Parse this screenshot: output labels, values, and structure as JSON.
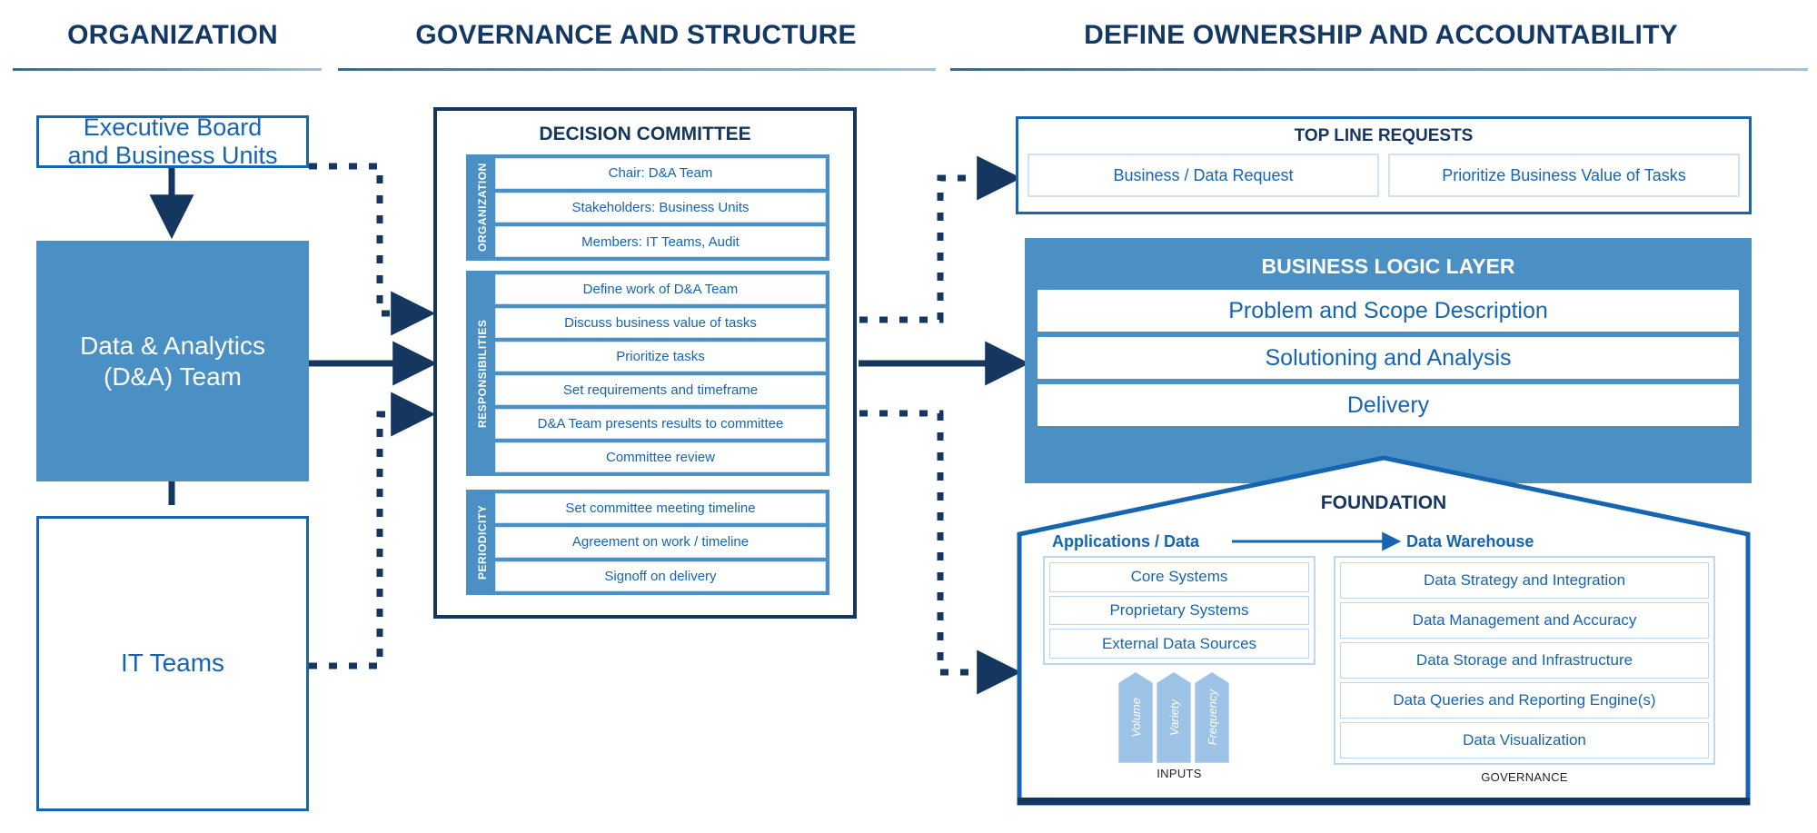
{
  "sections": [
    {
      "title": "ORGANIZATION"
    },
    {
      "title": "GOVERNANCE AND STRUCTURE"
    },
    {
      "title": "DEFINE OWNERSHIP AND ACCOUNTABILITY"
    }
  ],
  "organization": {
    "executive_board": "Executive Board\nand Business Units",
    "da_team": "Data & Analytics\n(D&A) Team",
    "it_teams": "IT Teams"
  },
  "committee": {
    "title": "DECISION COMMITTEE",
    "groups": [
      {
        "label": "ORGANIZATION",
        "items": [
          "Chair: D&A Team",
          "Stakeholders: Business Units",
          "Members: IT Teams, Audit"
        ]
      },
      {
        "label": "RESPONSIBILITIES",
        "items": [
          "Define work of D&A Team",
          "Discuss business value of tasks",
          "Prioritize tasks",
          "Set requirements and timeframe",
          "D&A Team presents results to committee",
          "Committee review"
        ]
      },
      {
        "label": "PERIODICITY",
        "items": [
          "Set committee meeting timeline",
          "Agreement on work / timeline",
          "Signoff on delivery"
        ]
      }
    ]
  },
  "top_line_requests": {
    "title": "TOP LINE REQUESTS",
    "items": [
      "Business / Data Request",
      "Prioritize Business Value of Tasks"
    ]
  },
  "business_logic_layer": {
    "title": "BUSINESS LOGIC LAYER",
    "items": [
      "Problem and Scope Description",
      "Solutioning and Analysis",
      "Delivery"
    ]
  },
  "foundation": {
    "title": "FOUNDATION",
    "applications": {
      "heading": "Applications / Data",
      "items": [
        "Core Systems",
        "Proprietary Systems",
        "External Data Sources"
      ],
      "caption": "INPUTS",
      "inputs": [
        "Volume",
        "Variety",
        "Frequency"
      ]
    },
    "warehouse": {
      "heading": "Data Warehouse",
      "items": [
        "Data Strategy and Integration",
        "Data Management and Accuracy",
        "Data Storage and Infrastructure",
        "Data Queries and Reporting Engine(s)",
        "Data Visualization"
      ],
      "caption": "GOVERNANCE"
    }
  },
  "colors": {
    "accent_dark": "#14365f",
    "accent": "#1565b0",
    "fill": "#4a90c4",
    "light": "#9dc3e6",
    "pale": "#bdd7ee"
  }
}
